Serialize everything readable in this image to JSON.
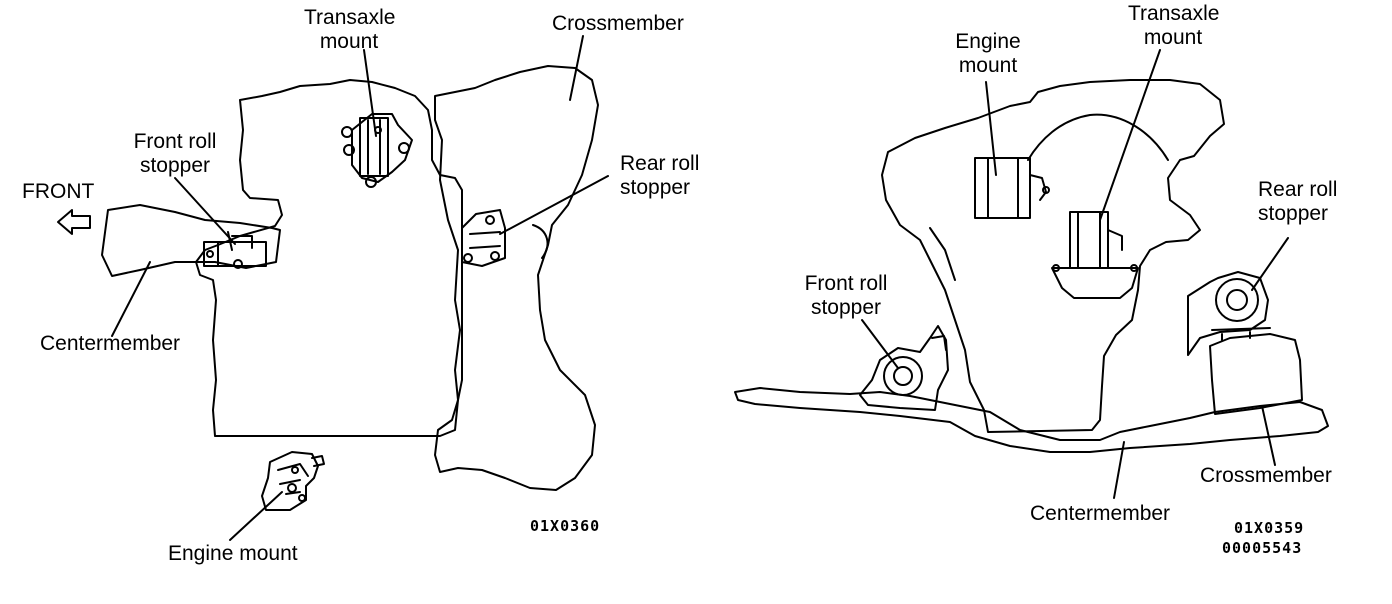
{
  "left": {
    "transaxle_mount_line1": "Transaxle",
    "transaxle_mount_line2": "mount",
    "crossmember": "Crossmember",
    "front_roll_stopper_line1": "Front roll",
    "front_roll_stopper_line2": "stopper",
    "front": "FRONT",
    "rear_roll_stopper_line1": "Rear roll",
    "rear_roll_stopper_line2": "stopper",
    "centermember": "Centermember",
    "engine_mount": "Engine mount",
    "code": "01X0360"
  },
  "right": {
    "transaxle_mount_line1": "Transaxle",
    "transaxle_mount_line2": "mount",
    "engine_mount_line1": "Engine",
    "engine_mount_line2": "mount",
    "rear_roll_stopper_line1": "Rear roll",
    "rear_roll_stopper_line2": "stopper",
    "front_roll_stopper_line1": "Front roll",
    "front_roll_stopper_line2": "stopper",
    "crossmember": "Crossmember",
    "centermember": "Centermember",
    "code1": "01X0359",
    "code2": "00005543"
  }
}
